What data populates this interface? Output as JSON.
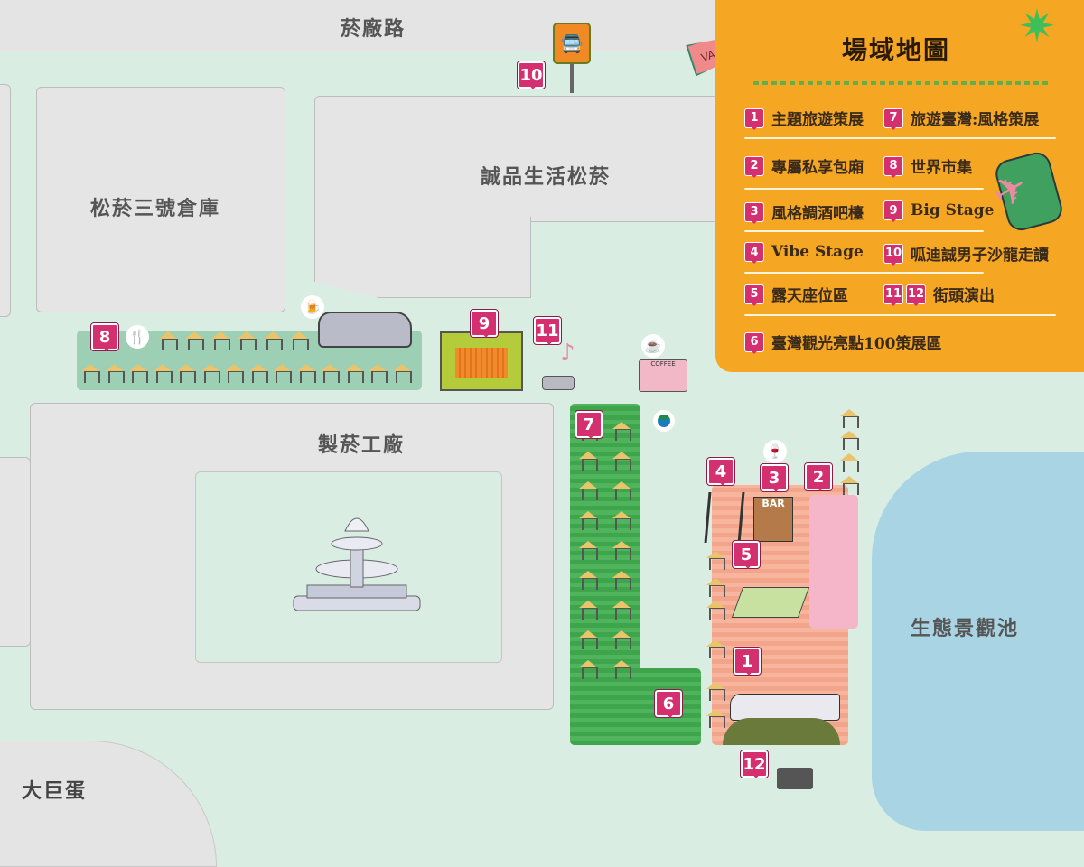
{
  "map_labels": {
    "road": "菸廠路",
    "eslite": "誠品生活松菸",
    "warehouse3": "松菸三號倉庫",
    "factory": "製菸工廠",
    "pond": "生態景觀池",
    "dome": "大巨蛋"
  },
  "legend": {
    "title": "場域地圖",
    "items": [
      {
        "num": "1",
        "label": "主題旅遊策展"
      },
      {
        "num": "2",
        "label": "專屬私享包廂"
      },
      {
        "num": "3",
        "label": "風格調酒吧檯"
      },
      {
        "num": "4",
        "label": "Vibe Stage"
      },
      {
        "num": "5",
        "label": "露天座位區"
      },
      {
        "num": "6",
        "label": "臺灣觀光亮點100策展區"
      },
      {
        "num": "7",
        "label": "旅遊臺灣:風格策展"
      },
      {
        "num": "8",
        "label": "世界市集"
      },
      {
        "num": "9",
        "label": "Big Stage"
      },
      {
        "num": "10",
        "label": "呱迪誠男子沙龍走讀"
      },
      {
        "num": "11",
        "num2": "12",
        "label": "街頭演出"
      }
    ]
  },
  "decor": {
    "vacation": "VACATION",
    "bar": "BAR",
    "coffee": "COFFEE"
  },
  "colors": {
    "pin": "#d4306f",
    "legend_bg": "#f5a623",
    "pond": "#a9d4e4",
    "zone7": "#3fa54c",
    "zone1": "#f2a58a",
    "zone2": "#f4b6c8"
  }
}
